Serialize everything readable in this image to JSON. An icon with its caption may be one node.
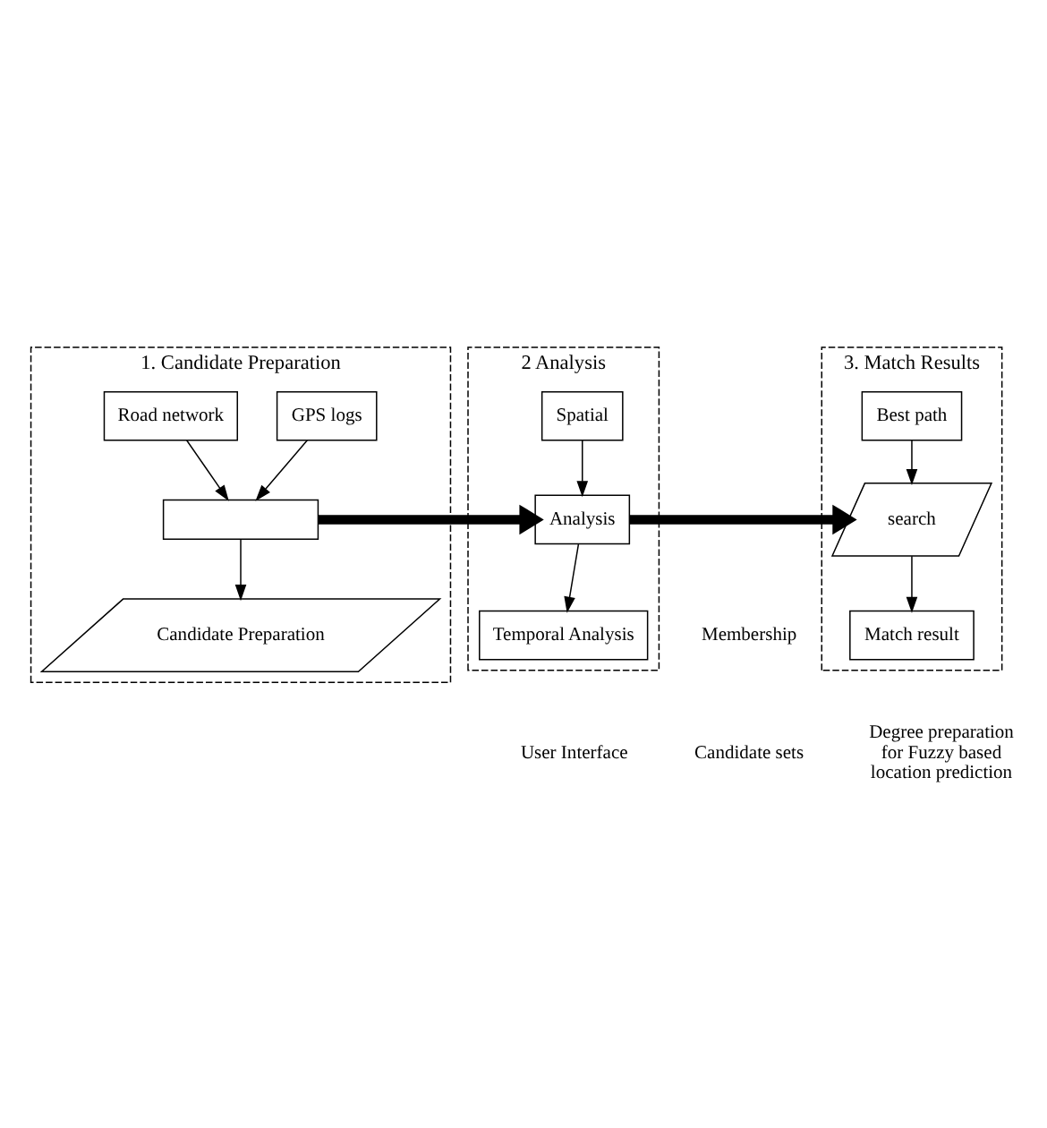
{
  "diagram": {
    "nodes": [
      {
        "text": [
          "1. Candidate Preparation"
        ]
      },
      {
        "text": [
          "GPS logs"
        ],
        "in": 0
      },
      {
        "text": [
          "Road network"
        ],
        "in": 0
      },
      {
        "text": [],
        "shape": "box",
        "in": 0
      },
      {
        "text": [
          "Candidate Preparation"
        ],
        "in": 0
      },
      {
        "text": [
          "2 Analysis"
        ]
      },
      {
        "text": [
          "Spatial"
        ],
        "in": 5
      },
      {
        "text": [
          "Analysis"
        ],
        "in": 5
      },
      {
        "text": [
          "Temporal Analysis"
        ],
        "in": 5
      },
      {
        "text": [
          "3. Match Results"
        ]
      },
      {
        "text": [
          "Best path"
        ],
        "in": 9
      },
      {
        "text": [
          "search"
        ],
        "in": 9
      },
      {
        "text": [
          "Match result"
        ],
        "in": 9
      }
    ],
    "edges": [
      {
        "from": 1,
        "to": 3,
        "arrow": "to"
      },
      {
        "from": 2,
        "to": 3,
        "arrow": "to"
      },
      {
        "from": 3,
        "to": 4,
        "arrow": "to"
      },
      {
        "from": 3,
        "to": 7,
        "arrow": "to",
        "style": "thick"
      },
      {
        "from": 6,
        "to": 7,
        "arrow": "to"
      },
      {
        "from": 7,
        "to": 8,
        "arrow": "to"
      },
      {
        "from": 7,
        "to": 11,
        "arrow": "to",
        "style": "thick"
      },
      {
        "from": 10,
        "to": 11,
        "arrow": "to"
      },
      {
        "from": 11,
        "to": 12,
        "arrow": "to"
      }
    ],
    "labels": [
      "Membership",
      "User Interface",
      "Candidate sets",
      "Degree preparation for Fuzzy based location prediction"
    ]
  }
}
